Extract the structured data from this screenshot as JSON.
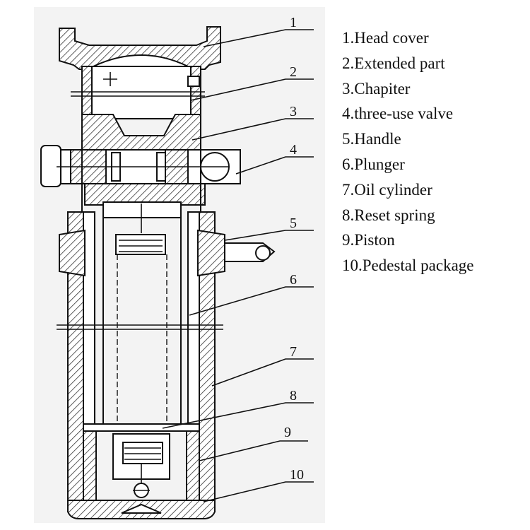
{
  "diagram": {
    "parts": [
      {
        "number": "1",
        "label": "1.Head cover"
      },
      {
        "number": "2",
        "label": "2.Extended part"
      },
      {
        "number": "3",
        "label": "3.Chapiter"
      },
      {
        "number": "4",
        "label": "4.three-use valve"
      },
      {
        "number": "5",
        "label": "5.Handle"
      },
      {
        "number": "6",
        "label": "6.Plunger"
      },
      {
        "number": "7",
        "label": "7.Oil cylinder"
      },
      {
        "number": "8",
        "label": "8.Reset spring"
      },
      {
        "number": "9",
        "label": "9.Piston"
      },
      {
        "number": "10",
        "label": "10.Pedestal package"
      }
    ]
  }
}
